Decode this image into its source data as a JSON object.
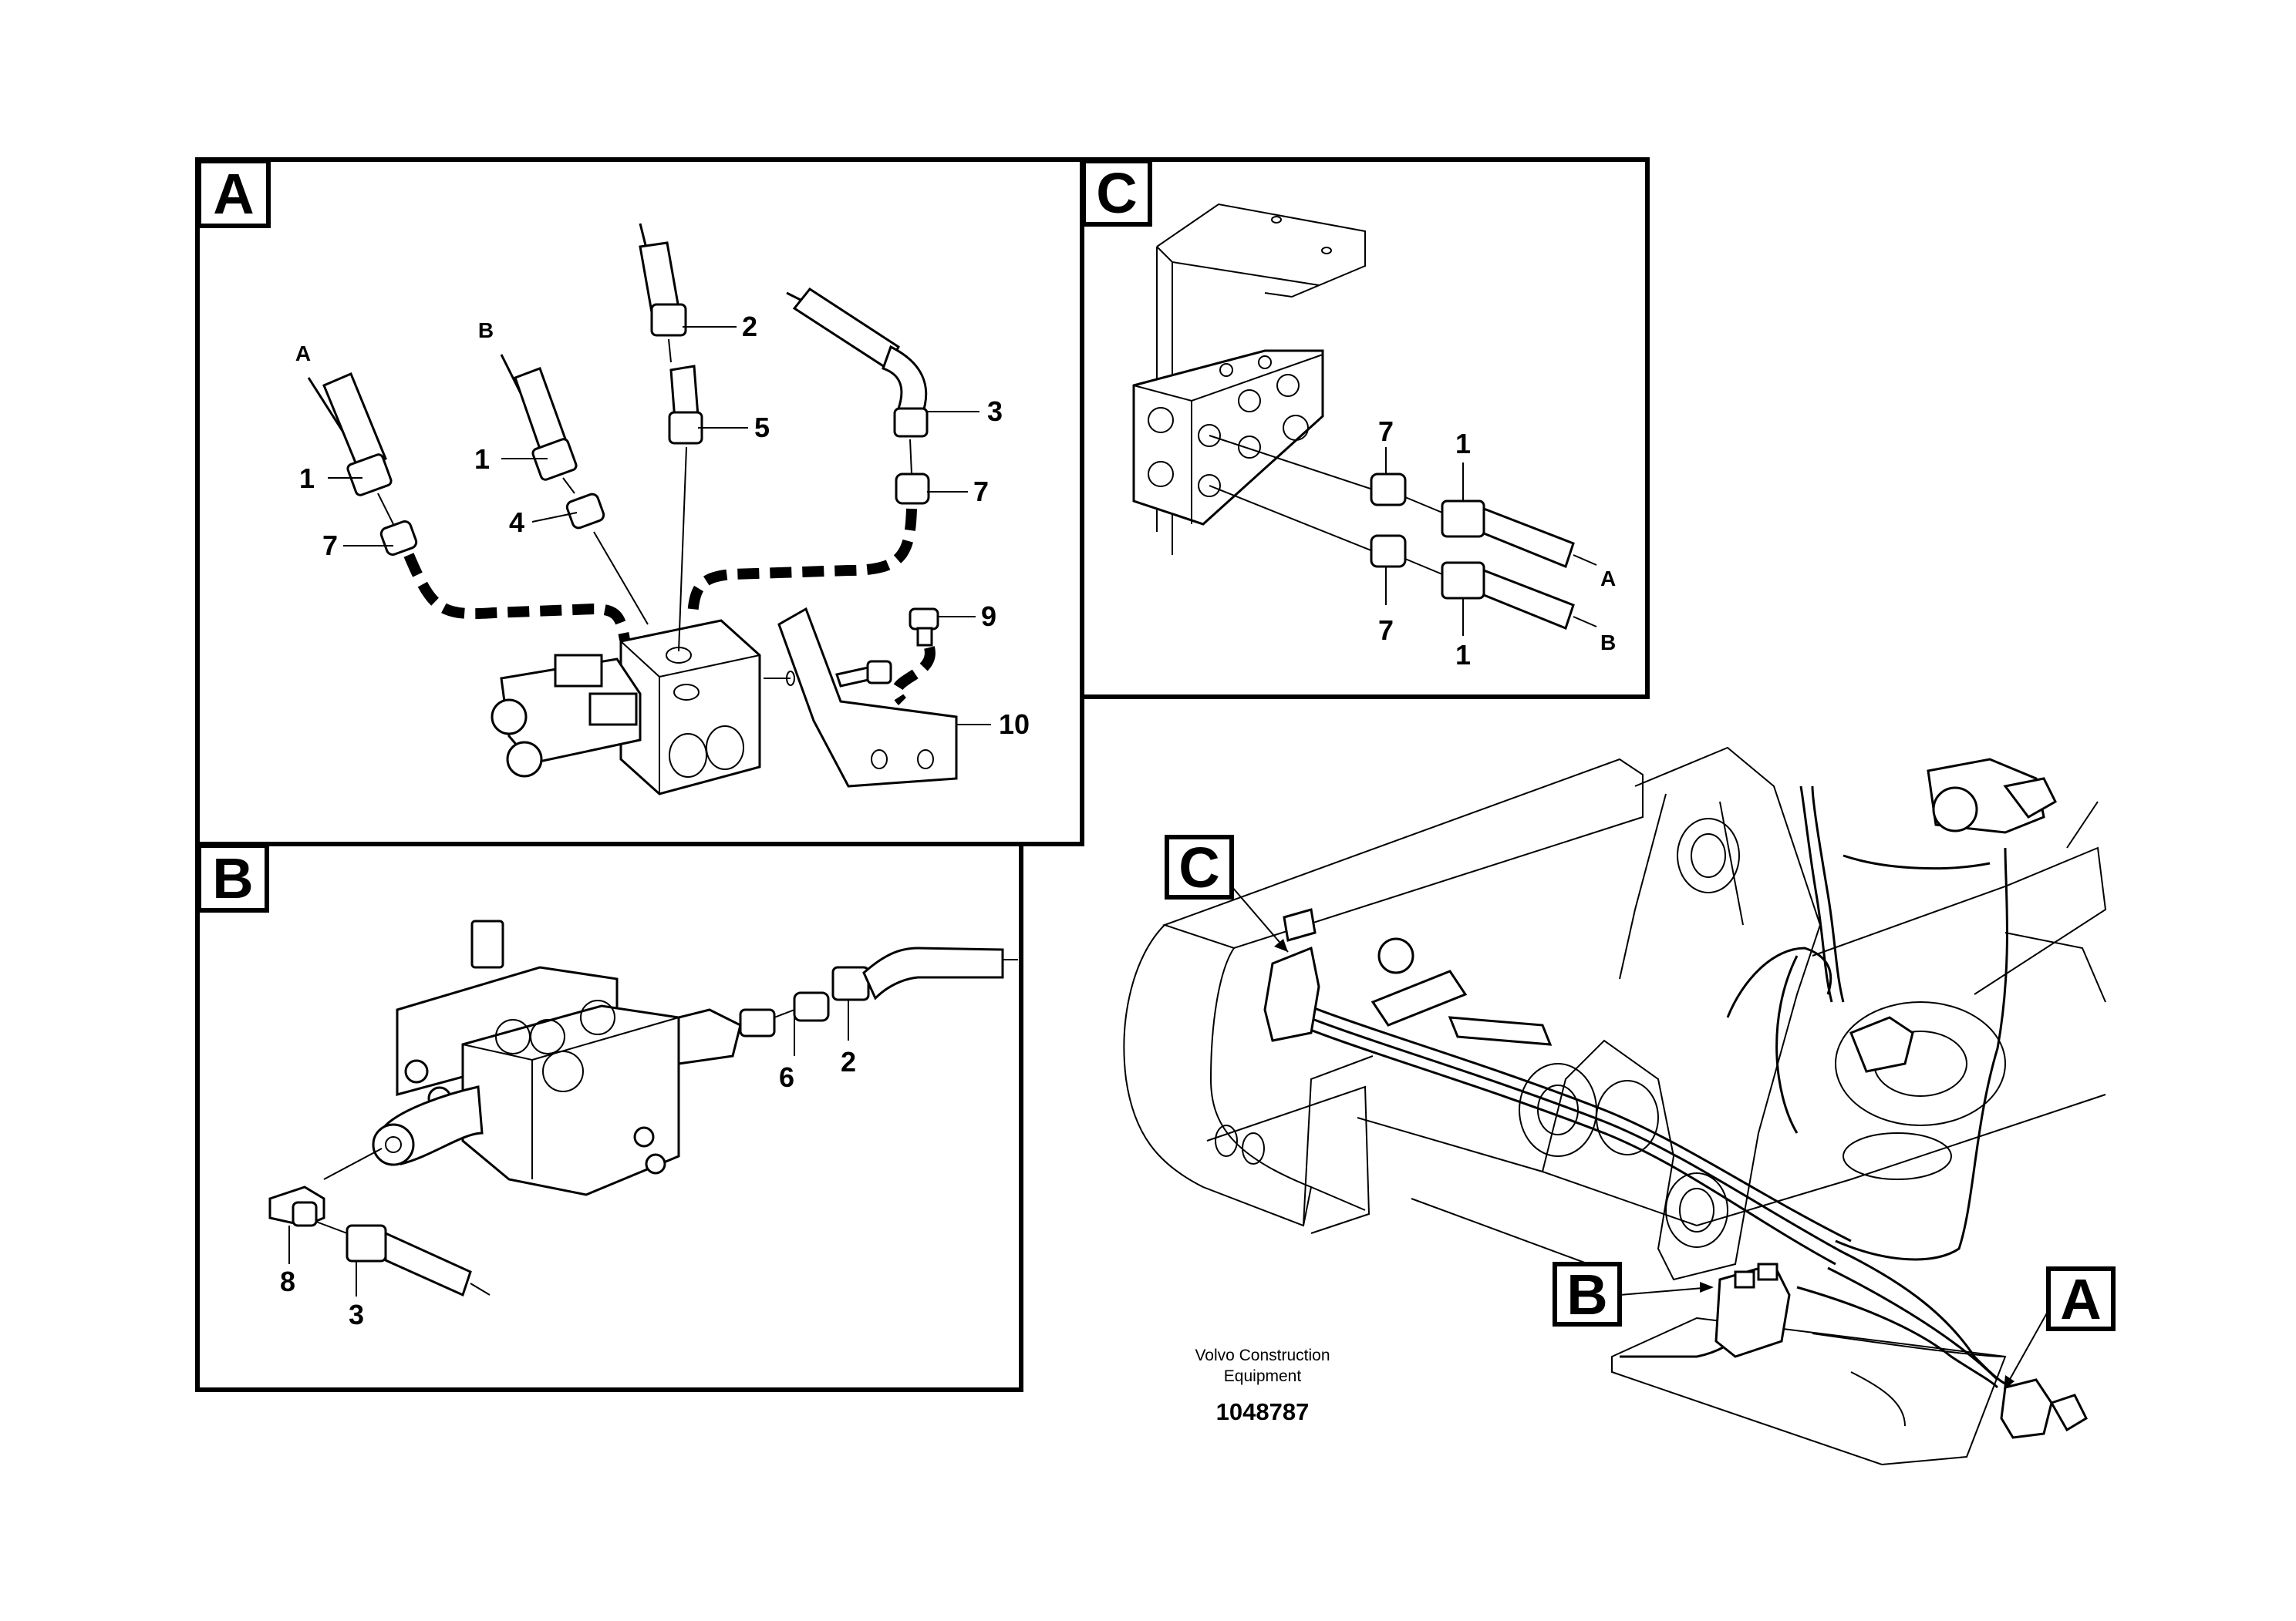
{
  "panels": {
    "A": {
      "tag": "A",
      "callouts": {
        "hose_a": "A",
        "hose_b": "B",
        "c1_left": "1",
        "c1_mid": "1",
        "c2": "2",
        "c3": "3",
        "c4": "4",
        "c5": "5",
        "c7_left": "7",
        "c7_right": "7",
        "c9": "9",
        "c10": "10"
      }
    },
    "B": {
      "tag": "B",
      "callouts": {
        "c2": "2",
        "c3": "3",
        "c6": "6",
        "c8": "8"
      }
    },
    "C": {
      "tag": "C",
      "callouts": {
        "c7_top": "7",
        "c7_bottom": "7",
        "c1_top": "1",
        "c1_bottom": "1",
        "hose_a": "A",
        "hose_b": "B"
      }
    },
    "overview": {
      "tag_a": "A",
      "tag_b": "B",
      "tag_c": "C"
    }
  },
  "caption": {
    "line1": "Volvo Construction",
    "line2": "Equipment",
    "drawing_number": "1048787"
  }
}
